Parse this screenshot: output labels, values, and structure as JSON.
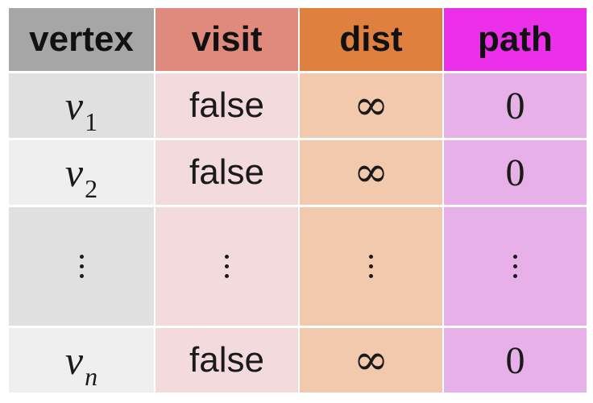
{
  "headers": {
    "vertex": "vertex",
    "visit": "visit",
    "dist": "dist",
    "path": "path"
  },
  "rows": [
    {
      "vertex_symbol": "v",
      "vertex_subscript": "1",
      "visit": "false",
      "dist": "∞",
      "path": "0"
    },
    {
      "vertex_symbol": "v",
      "vertex_subscript": "2",
      "visit": "false",
      "dist": "∞",
      "path": "0"
    },
    {
      "ellipsis": "⋮"
    },
    {
      "vertex_symbol": "v",
      "vertex_subscript": "n",
      "visit": "false",
      "dist": "∞",
      "path": "0"
    }
  ],
  "colors": {
    "vertex_header": "#a6a6a6",
    "visit_header": "#df8a7d",
    "dist_header": "#e0803e",
    "path_header": "#ec2fe9",
    "vertex_cell_dark": "#e0e0e0",
    "vertex_cell_light": "#efefef",
    "visit_cell": "#f3dbdd",
    "dist_cell": "#f3c9ae",
    "path_cell": "#e8b0e8"
  }
}
